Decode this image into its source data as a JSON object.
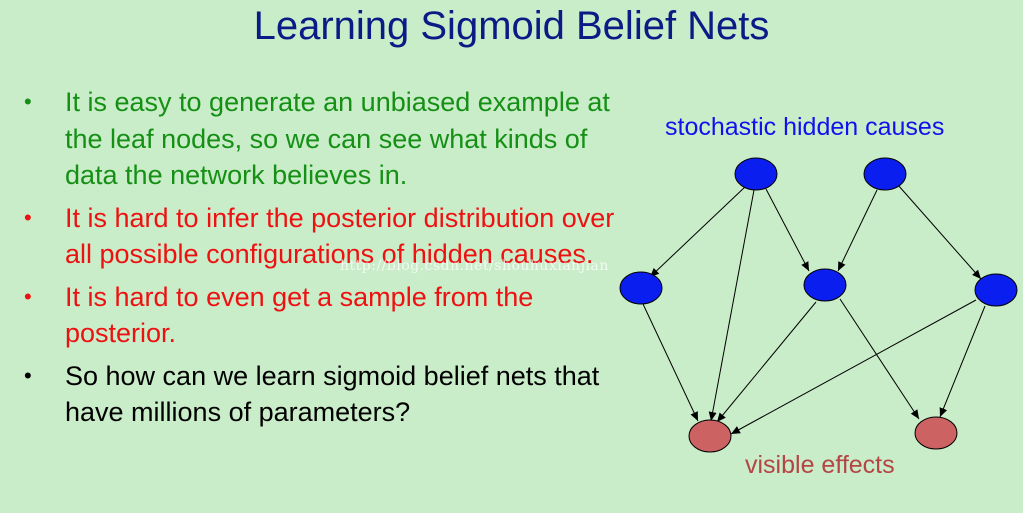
{
  "slide": {
    "title": "Learning Sigmoid Belief Nets",
    "bullets": [
      {
        "marker": "•",
        "text": "It is easy to generate an unbiased example at the leaf nodes, so we can see what kinds of data the network believes in.",
        "color": "#159015"
      },
      {
        "marker": "•",
        "text": "It is hard to infer the posterior distribution over all  possible configurations of hidden causes.",
        "color": "#ee1111"
      },
      {
        "marker": "•",
        "text": "It is hard to even get  a sample from the posterior.",
        "color": "#ee1111"
      },
      {
        "marker": "•",
        "text": "So how can we learn sigmoid belief nets that have millions of parameters?",
        "color": "#000000"
      }
    ]
  },
  "diagram": {
    "hidden_label": "stochastic hidden causes",
    "visible_label": "visible effects",
    "watermark": "http://blog.csdn.net/shouhuxianjian",
    "colors": {
      "hidden_node": "#0a1ef0",
      "visible_node": "#cc6262",
      "edge": "#000000"
    }
  }
}
